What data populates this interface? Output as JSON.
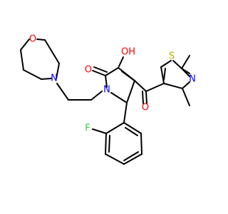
{
  "molecule": {
    "atoms": {
      "o_morph": "O",
      "n_morph": "N",
      "n_pyrrole": "N",
      "o_ketone": "O",
      "oh": "OH",
      "s_thiazole": "S",
      "n_thiazole": "N",
      "o_carbonyl": "O",
      "f": "F"
    },
    "colors": {
      "bond": "#000000",
      "oxygen": "#ff0000",
      "nitrogen": "#0000ff",
      "sulfur": "#b8b800",
      "fluorine": "#33cc33"
    }
  }
}
